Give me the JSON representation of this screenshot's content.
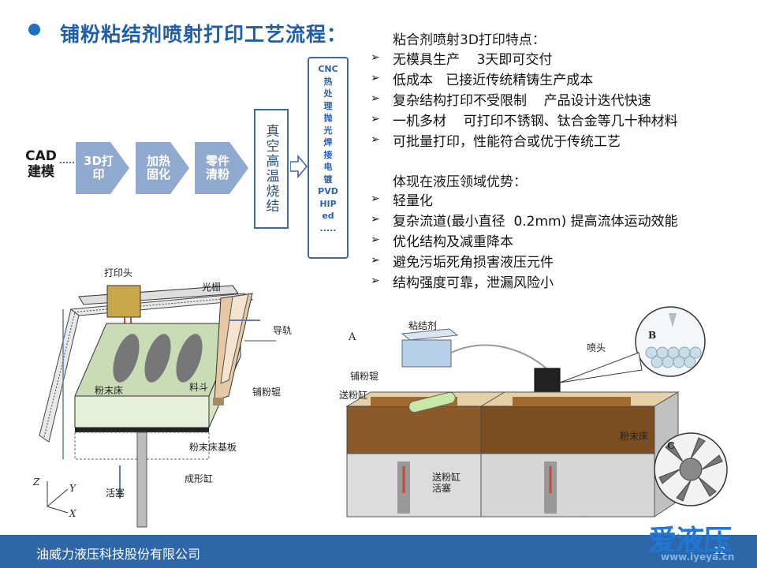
{
  "title": "铺粉粘结剂喷射打印工艺流程：",
  "features": {
    "heading": "粘合剂喷射3D打印特点：",
    "items": [
      "无模具生产    3天即可交付",
      "低成本   已接近传统精铸生产成本",
      "复杂结构打印不受限制    产品设计迭代快速",
      "一机多材    可打印不锈钢、钛合金等几十种材料",
      "可批量打印，性能符合或优于传统工艺"
    ]
  },
  "advantages": {
    "heading": "体现在液压领域优势：",
    "items": [
      "轻量化",
      "复杂流道(最小直径  0.2mm) 提高流体运动效能",
      "优化结构及减重降本",
      "避免污垢死角损害液压元件",
      "结构强度可靠，泄漏风险小"
    ]
  },
  "process": {
    "start": [
      "CAD",
      "建模"
    ],
    "steps": [
      {
        "lines": [
          "3D打",
          "印"
        ]
      },
      {
        "lines": [
          "加热",
          "固化"
        ]
      },
      {
        "lines": [
          "零件",
          "清粉"
        ]
      }
    ],
    "sintering": "真空高温烧结",
    "post": [
      "CNC",
      "热",
      "处",
      "理",
      "抛",
      "光",
      "焊",
      "接",
      "电",
      "镀",
      "PVD",
      "HIP",
      "ed",
      "....."
    ],
    "colors": {
      "chevron": "#8fa9cf",
      "box_border": "#3d6aa5",
      "title": "#1d5fa8"
    }
  },
  "diagram_left": {
    "labels": {
      "print_head": "打印头",
      "grating": "光栅",
      "rail": "导轨",
      "powder_bed": "粉末床",
      "hopper": "料斗",
      "roller": "铺粉辊",
      "bed_plate": "粉末床基板",
      "build_cylinder": "成形缸",
      "piston": "活塞",
      "axis_z": "Z",
      "axis_y": "Y",
      "axis_x": "X"
    }
  },
  "diagram_right": {
    "labels": {
      "panel_a": "A",
      "binder": "粘结剂",
      "nozzle": "喷头",
      "panel_b": "B",
      "roller": "铺粉辊",
      "feed_cylinder": "送粉缸",
      "powder_bed": "粉末床",
      "feed_piston": "送粉缸\n活塞",
      "panel_c": "C"
    }
  },
  "footer": {
    "company": "油威力液压科技股份有限公司",
    "page": "12",
    "logo": "爱液压",
    "url": "www.iyeya.cn"
  }
}
